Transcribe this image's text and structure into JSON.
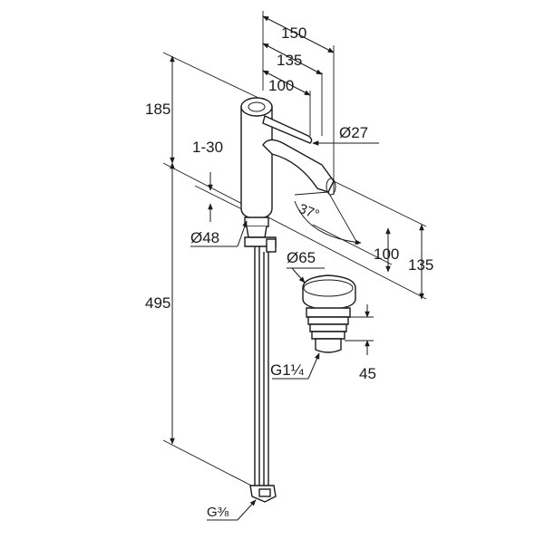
{
  "dimensions": {
    "top_width_150": "150",
    "top_width_135": "135",
    "top_width_100": "100",
    "height_185": "185",
    "adjust_range": "1-30",
    "spout_diameter": "Ø27",
    "swivel_angle": "37°",
    "body_diameter": "Ø48",
    "depth_100": "100",
    "depth_135": "135",
    "waste_diameter": "Ø65",
    "total_height": "495",
    "waste_thread": "G1¼",
    "waste_height": "45",
    "hose_thread": "G⅜"
  },
  "colors": {
    "line": "#1a1a1a",
    "background": "#ffffff"
  }
}
